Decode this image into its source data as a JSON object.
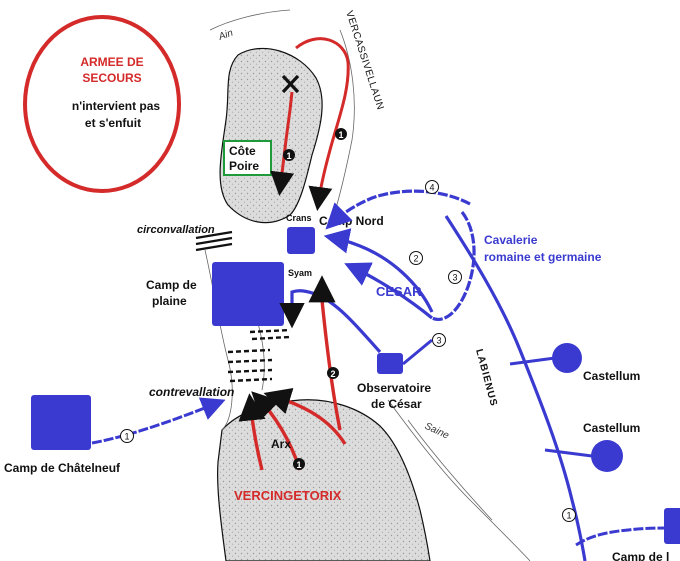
{
  "colors": {
    "roman_blue": "#3a3ad0",
    "gaul_red": "#d42a2a",
    "terrain_fill": "#dcdcdc",
    "outline": "#111111",
    "green_box": "#1e9a3a"
  },
  "labels": {
    "armee_title_1": "ARMEE DE",
    "armee_title_2": "SECOURS",
    "armee_note_1": "n'intervient pas",
    "armee_note_2": "et s'enfuit",
    "cote_poire_1": "Côte",
    "cote_poire_2": "Poire",
    "ain": "Ain",
    "vercassivellaun": "VERCASSIVELLAUN",
    "crans": "Crans",
    "camp_nord": "Camp Nord",
    "circonvallation": "circonvallation",
    "camp_plaine_1": "Camp de",
    "camp_plaine_2": "plaine",
    "syam": "Syam",
    "cesar": "CESAR",
    "cavalerie_1": "Cavalerie",
    "cavalerie_2": "romaine et germaine",
    "labienus": "LABIENUS",
    "castellum_1": "Castellum",
    "castellum_2": "Castellum",
    "observatoire_1": "Observatoire",
    "observatoire_2": "de César",
    "contrevallation": "contrevallation",
    "arx": "Arx",
    "saine": "Saine",
    "camp_chatelneuf": "Camp de Châtelneuf",
    "vercingetorix": "VERCINGETORIX",
    "camp_de_cut": "Camp de l"
  },
  "step_markers": {
    "vercassivellaun_arrow": "1",
    "cote_poire_arrow": "1",
    "cavalry_route_4": "4",
    "cavalry_route_2": "2",
    "cavalry_route_3a": "3",
    "cavalry_route_3b": "3",
    "red_attack_2": "2",
    "vercingetorix_1": "1",
    "chatelneuf_1": "1",
    "labienus_1": "1"
  },
  "icons": {
    "defeat_marker": "x-cross-icon"
  }
}
